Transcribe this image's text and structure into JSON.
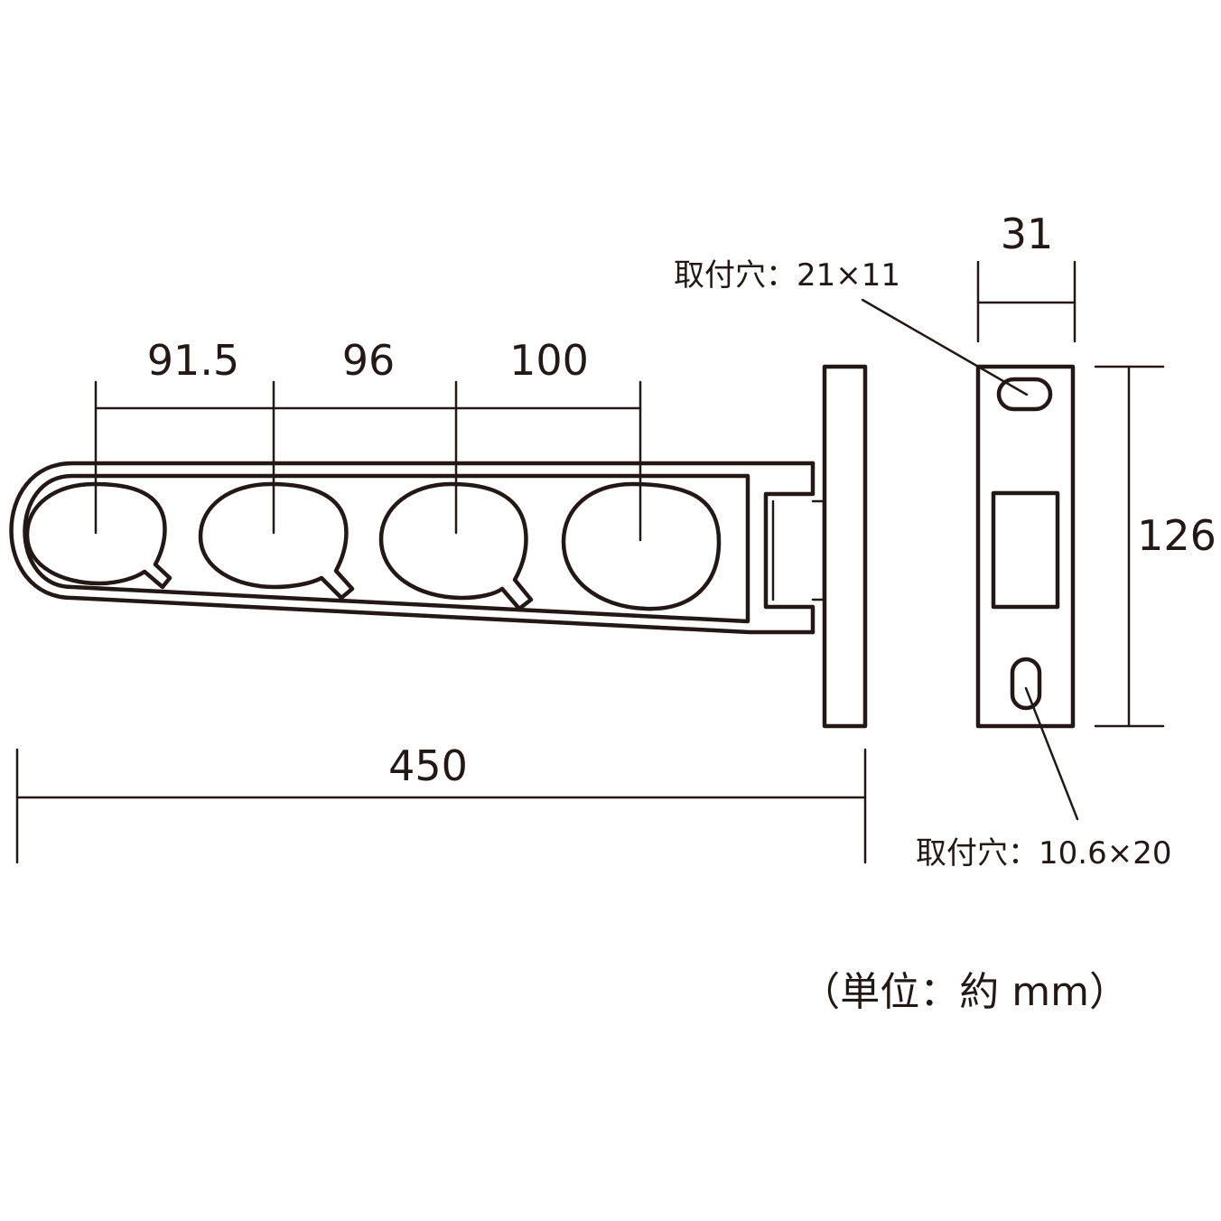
{
  "dimensions": {
    "pitch_1": "91.5",
    "pitch_2": "96",
    "pitch_3": "100",
    "total_length": "450",
    "plate_width": "31",
    "plate_height": "126"
  },
  "notes": {
    "upper_hole": "取付穴：21×11",
    "lower_hole": "取付穴：10.6×20"
  },
  "unit_label": "（単位：約 mm）",
  "colors": {
    "line": "#231815",
    "background": "#ffffff"
  }
}
